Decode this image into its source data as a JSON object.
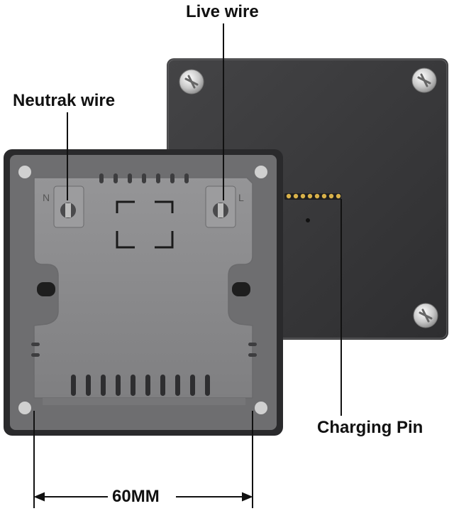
{
  "labels": {
    "live_wire": "Live wire",
    "neutral_wire": "Neutrak wire",
    "charging_pin": "Charging Pin",
    "dimension": "60MM"
  },
  "terminal_marks": {
    "neutral": "N",
    "live": "L"
  },
  "colors": {
    "back_plate": "#3a3a3c",
    "frame": "#2c2c2e",
    "housing": "#8a8a8c",
    "annotation_line": "#111111"
  }
}
